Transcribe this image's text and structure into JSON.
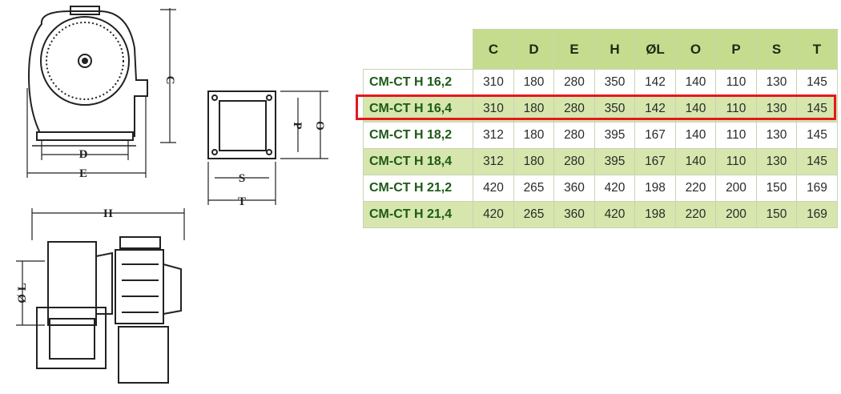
{
  "drawing": {
    "labels": {
      "c": "C",
      "d": "D",
      "e": "E",
      "p": "P",
      "o": "O",
      "s": "S",
      "t": "T",
      "h": "H",
      "ol": "Ø L"
    }
  },
  "table": {
    "headers": [
      "C",
      "D",
      "E",
      "H",
      "ØL",
      "O",
      "P",
      "S",
      "T"
    ],
    "rows": [
      {
        "model": "CM-CT H 16,2",
        "values": [
          "310",
          "180",
          "280",
          "350",
          "142",
          "140",
          "110",
          "130",
          "145"
        ]
      },
      {
        "model": "CM-CT H 16,4",
        "values": [
          "310",
          "180",
          "280",
          "350",
          "142",
          "140",
          "110",
          "130",
          "145"
        ]
      },
      {
        "model": "CM-CT H 18,2",
        "values": [
          "312",
          "180",
          "280",
          "395",
          "167",
          "140",
          "110",
          "130",
          "145"
        ]
      },
      {
        "model": "CM-CT H 18,4",
        "values": [
          "312",
          "180",
          "280",
          "395",
          "167",
          "140",
          "110",
          "130",
          "145"
        ]
      },
      {
        "model": "CM-CT H 21,2",
        "values": [
          "420",
          "265",
          "360",
          "420",
          "198",
          "220",
          "200",
          "150",
          "169"
        ]
      },
      {
        "model": "CM-CT H 21,4",
        "values": [
          "420",
          "265",
          "360",
          "420",
          "198",
          "220",
          "200",
          "150",
          "169"
        ]
      }
    ]
  },
  "highlight": {
    "row_model": "CM-CT H 16,4",
    "color": "#e4181d"
  }
}
